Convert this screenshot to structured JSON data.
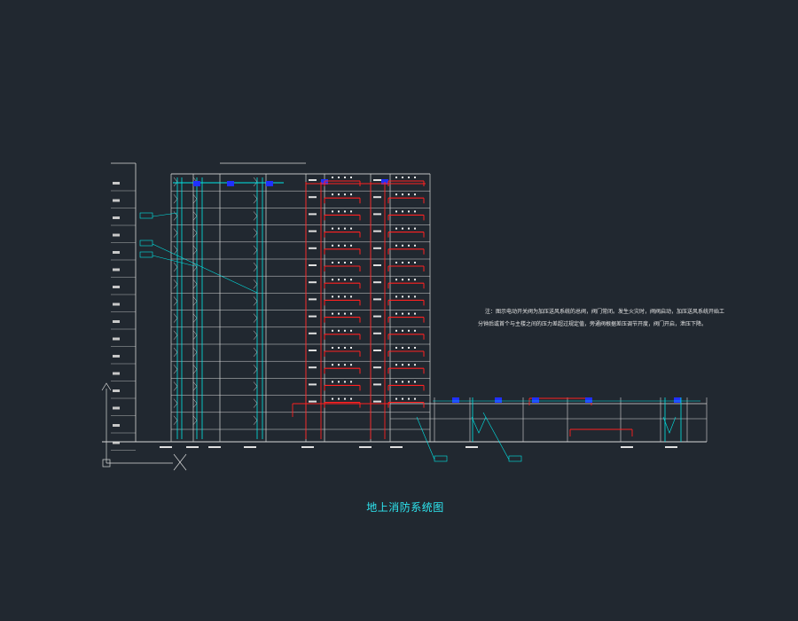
{
  "drawing": {
    "title": "地上消防系统图",
    "note_line1": "注：图示电动开关阀为加压送风系统的总阀，阀门常闭。发生火灾时，阀阀启动，加压送风系统开始工",
    "note_line2": "分钟后或首个与主楼之间的压力差超过规定值，旁通阀根据差压调节开度，阀门开启，泄压下降。"
  },
  "colors": {
    "background": "#212830",
    "frame": "#d8d8d8",
    "cyan_pipe": "#00e6e6",
    "red_pipe": "#ff2020",
    "fan_blue": "#2030ff",
    "title": "#2ee6f0"
  }
}
